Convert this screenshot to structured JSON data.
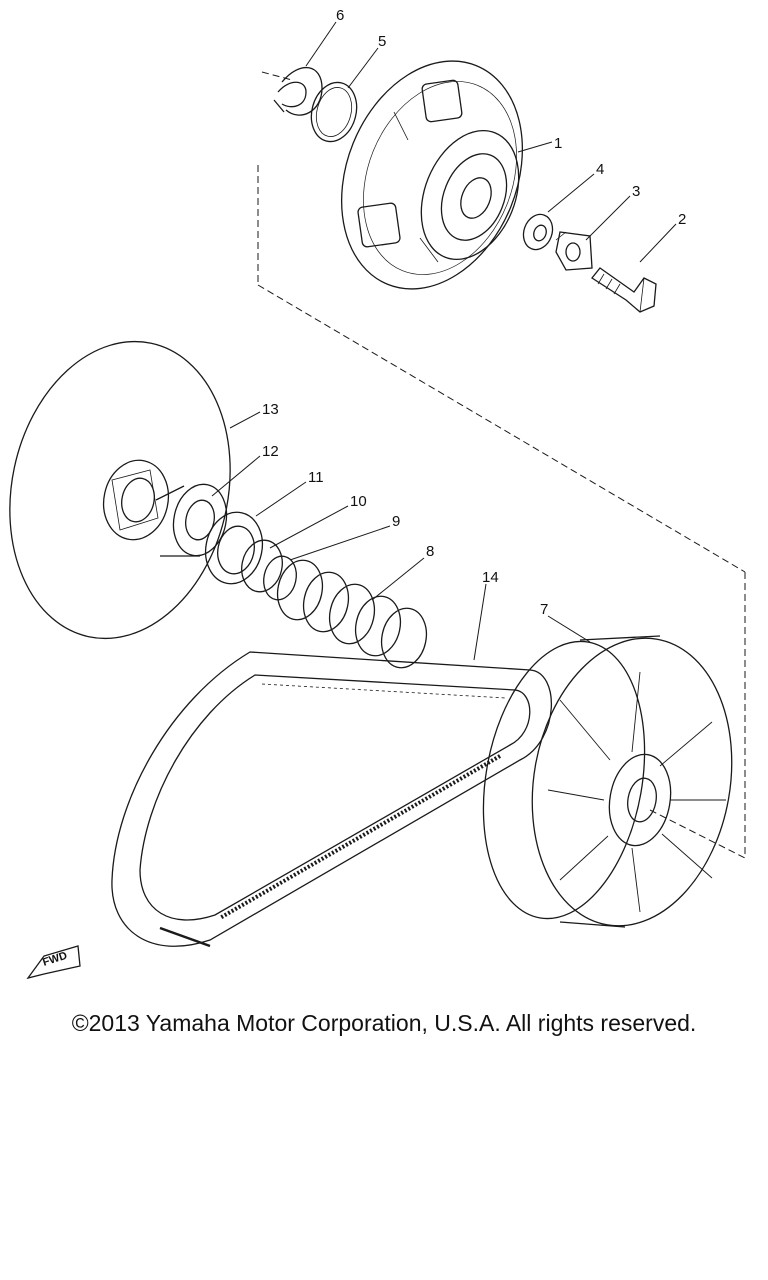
{
  "diagram": {
    "callouts": [
      {
        "id": "c1",
        "label": "1"
      },
      {
        "id": "c2",
        "label": "2"
      },
      {
        "id": "c3",
        "label": "3"
      },
      {
        "id": "c4",
        "label": "4"
      },
      {
        "id": "c5",
        "label": "5"
      },
      {
        "id": "c6",
        "label": "6"
      },
      {
        "id": "c7",
        "label": "7"
      },
      {
        "id": "c8",
        "label": "8"
      },
      {
        "id": "c9",
        "label": "9"
      },
      {
        "id": "c10",
        "label": "10"
      },
      {
        "id": "c11",
        "label": "11"
      },
      {
        "id": "c12",
        "label": "12"
      },
      {
        "id": "c13",
        "label": "13"
      },
      {
        "id": "c14",
        "label": "14"
      }
    ],
    "direction_marker": "FWD"
  },
  "footer": {
    "copyright": "©2013 Yamaha Motor Corporation, U.S.A. All rights reserved."
  }
}
